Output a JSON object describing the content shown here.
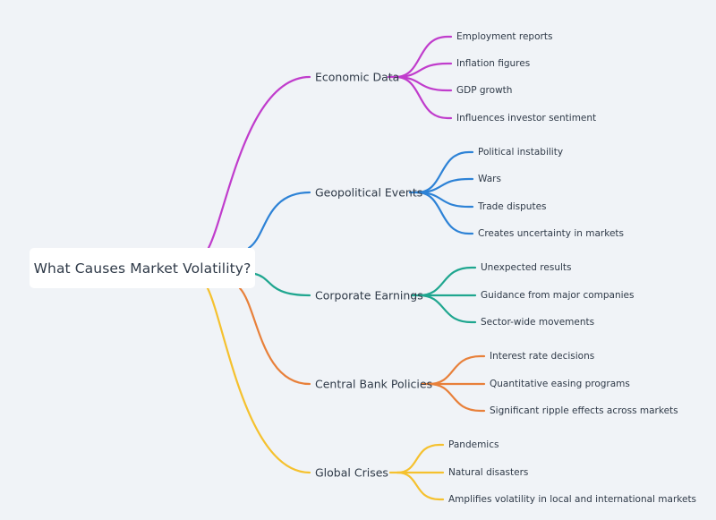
{
  "root": {
    "label": "What Causes Market Volatility?"
  },
  "branches": [
    {
      "label": "Economic Data",
      "color": "#c03ccc",
      "children": [
        "Employment reports",
        "Inflation figures",
        "GDP growth",
        "Influences investor sentiment"
      ]
    },
    {
      "label": "Geopolitical Events",
      "color": "#2d82d6",
      "children": [
        "Political instability",
        "Wars",
        "Trade disputes",
        "Creates uncertainty in markets"
      ]
    },
    {
      "label": "Corporate Earnings",
      "color": "#1fa68f",
      "children": [
        "Unexpected results",
        "Guidance from major companies",
        "Sector-wide movements"
      ]
    },
    {
      "label": "Central Bank Policies",
      "color": "#e8803a",
      "children": [
        "Interest rate decisions",
        "Quantitative easing programs",
        "Significant ripple effects across markets"
      ]
    },
    {
      "label": "Global Crises",
      "color": "#f5c12e",
      "children": [
        "Pandemics",
        "Natural disasters",
        "Amplifies volatility in local and international markets"
      ]
    }
  ]
}
